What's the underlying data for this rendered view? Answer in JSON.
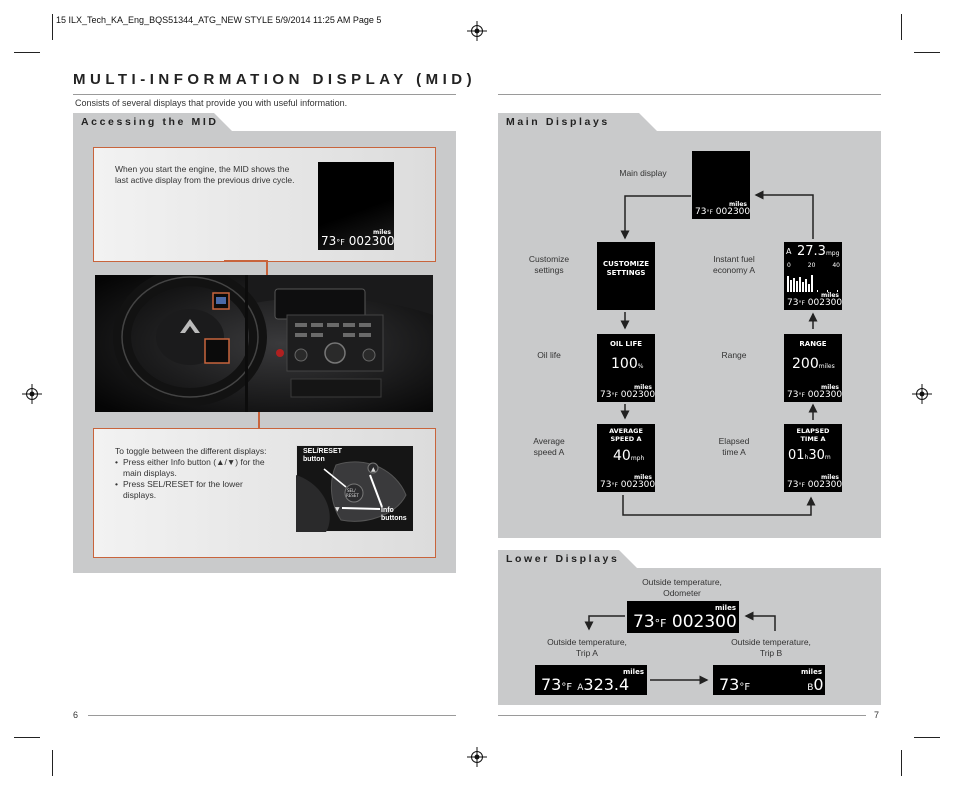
{
  "slug": "15 ILX_Tech_KA_Eng_BQS51344_ATG_NEW STYLE  5/9/2014  11:25 AM  Page 5",
  "title": "MULTI-INFORMATION DISPLAY (MID)",
  "subtitle": "Consists of several displays that provide you with useful information.",
  "accessing": {
    "heading": "Accessing the MID",
    "box1_text": "When you start the engine, the MID shows the last active display from the previous drive cycle.",
    "box2_intro": "To toggle between the different displays:",
    "box2_bullets": [
      "Press either Info button (▲/▼) for the main displays.",
      "Press SEL/RESET for the lower displays."
    ],
    "sel_label_1": "SEL/RESET",
    "sel_label_2": "button",
    "info_label_1": "Info",
    "info_label_2": "buttons",
    "sel_btn_text": "SEL/\nRESET"
  },
  "main_displays": {
    "heading": "Main Displays",
    "labels": {
      "main": "Main display",
      "customize_1": "Customize",
      "customize_2": "settings",
      "instant_1": "Instant fuel",
      "instant_2": "economy A",
      "oil": "Oil life",
      "range": "Range",
      "avg_1": "Average",
      "avg_2": "speed A",
      "elapsed_1": "Elapsed",
      "elapsed_2": "time A"
    },
    "screens": {
      "bottom_temp": "73",
      "bottom_unit": "°F",
      "bottom_odo": "002300",
      "miles": "miles",
      "customize_1": "CUSTOMIZE",
      "customize_2": "SETTINGS",
      "fuel_letter": "A",
      "fuel_value": "27.3",
      "fuel_unit": "mpg",
      "fuel_scale": [
        "0",
        "20",
        "40"
      ],
      "oil_title": "OIL LIFE",
      "oil_value": "100",
      "oil_unit": "%",
      "range_title": "RANGE",
      "range_value": "200",
      "range_unit": "miles",
      "avg_title_1": "AVERAGE",
      "avg_title_2": "SPEED A",
      "avg_value": "40",
      "avg_unit": "mph",
      "elapsed_title_1": "ELAPSED",
      "elapsed_title_2": "TIME A",
      "elapsed_h": "01",
      "elapsed_hu": "h",
      "elapsed_m": "30",
      "elapsed_mu": "m"
    }
  },
  "lower_displays": {
    "heading": "Lower Displays",
    "top_label_1": "Outside temperature,",
    "top_label_2": "Odometer",
    "left_label_1": "Outside temperature,",
    "left_label_2": "Trip A",
    "right_label_1": "Outside temperature,",
    "right_label_2": "Trip B",
    "temp": "73",
    "unit": "°F",
    "odo": "002300",
    "trip_a_letter": "A",
    "trip_a": "323.4",
    "trip_b_letter": "B",
    "trip_b": "0.0",
    "miles": "miles"
  },
  "page_left": "6",
  "page_right": "7"
}
